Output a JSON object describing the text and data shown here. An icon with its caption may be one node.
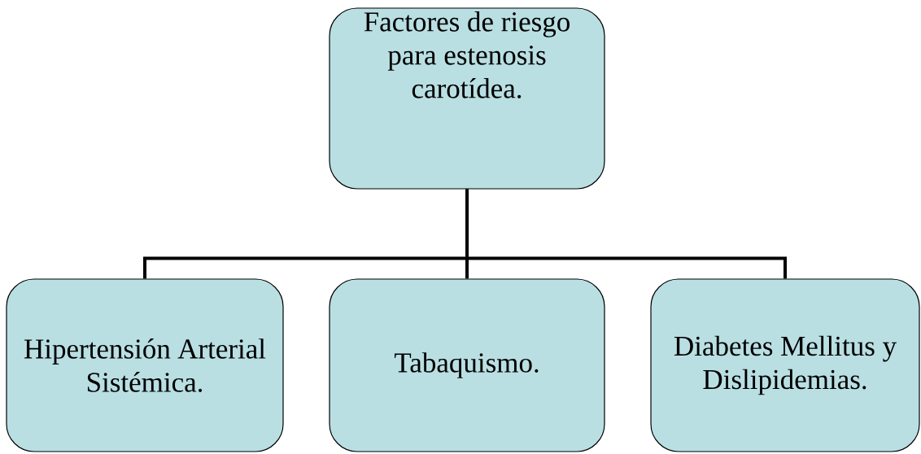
{
  "diagram": {
    "nodes": [
      {
        "text": [
          "Factores de riesgo para estenosis carotídea."
        ]
      },
      {
        "text": [
          "Hipertensión Arterial Sistémica."
        ]
      },
      {
        "text": [
          "Tabaquismo."
        ]
      },
      {
        "text": [
          "Diabetes Mellitus y Dislipidemias."
        ]
      }
    ],
    "edges": [
      {
        "from": 0,
        "to": 1,
        "arrow": "none"
      },
      {
        "from": 0,
        "to": 2,
        "arrow": "none"
      },
      {
        "from": 0,
        "to": 3,
        "arrow": "none"
      }
    ]
  }
}
